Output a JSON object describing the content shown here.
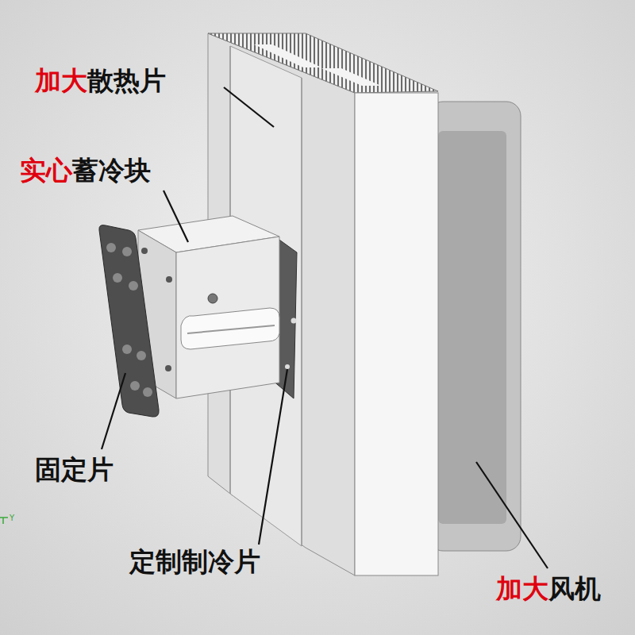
{
  "diagram": {
    "labels": [
      "加大",
      "散热片",
      "实心",
      "蓄冷块",
      "固定片",
      "定制制冷片",
      "加大",
      "风机",
      "Y"
    ]
  }
}
